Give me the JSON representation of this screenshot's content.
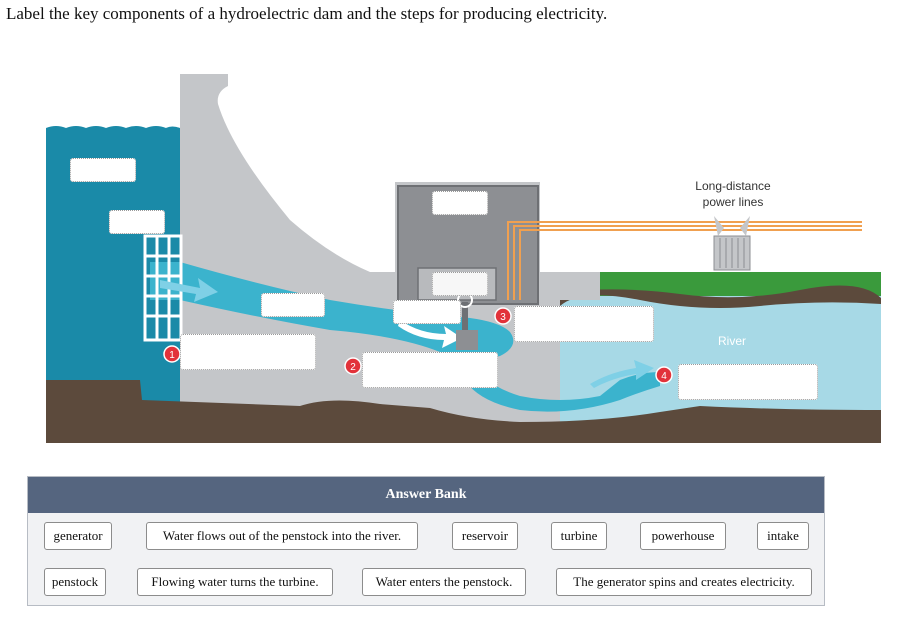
{
  "instruction": "Label the key components of a hydroelectric dam and the steps for producing electricity.",
  "diagram": {
    "labels": {
      "power_lines": [
        "Long-distance",
        "power lines"
      ],
      "river": "River"
    },
    "step_markers": [
      "1",
      "2",
      "3",
      "4"
    ]
  },
  "answer_bank": {
    "title": "Answer Bank",
    "row1": [
      "generator",
      "Water flows out of the penstock into the river.",
      "reservoir",
      "turbine",
      "powerhouse",
      "intake"
    ],
    "row2": [
      "penstock",
      "Flowing water turns the turbine.",
      "Water enters the penstock.",
      "The generator spins and creates electricity."
    ]
  },
  "colors": {
    "reservoir_water": "#1a8aa8",
    "dam": "#c4c6c9",
    "ground": "#5c4a3c",
    "grass": "#3a9a3c",
    "river": "#a7d9e6",
    "penstock_water": "#3bb3cd",
    "marker": "#e2323a",
    "power_lines": "#f0a050",
    "header": "#55657f"
  }
}
